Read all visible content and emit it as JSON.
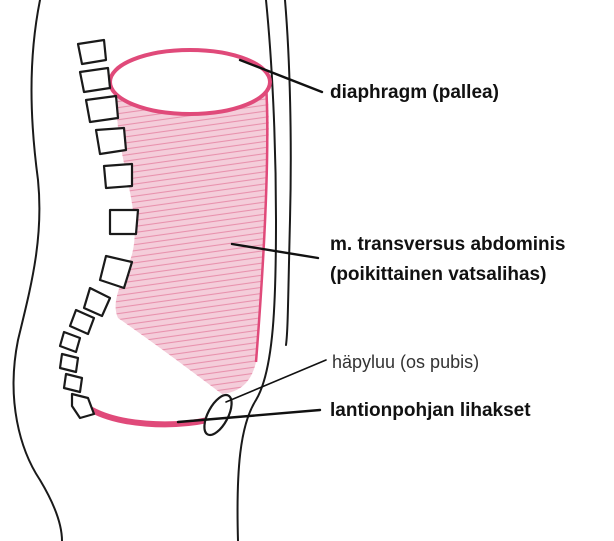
{
  "labels": {
    "diaphragm": "diaphragm (pallea)",
    "transversus_line1": "m. transversus abdominis",
    "transversus_line2": "(poikittainen vatsalihas)",
    "pubis": "häpyluu (os pubis)",
    "pelvic_floor": "lantionpohjan lihakset"
  },
  "colors": {
    "muscle_fill": "#f2bfd0",
    "muscle_stroke": "#e04a7a",
    "muscle_hatch": "#e891ad",
    "outline": "#1a1a1a"
  }
}
